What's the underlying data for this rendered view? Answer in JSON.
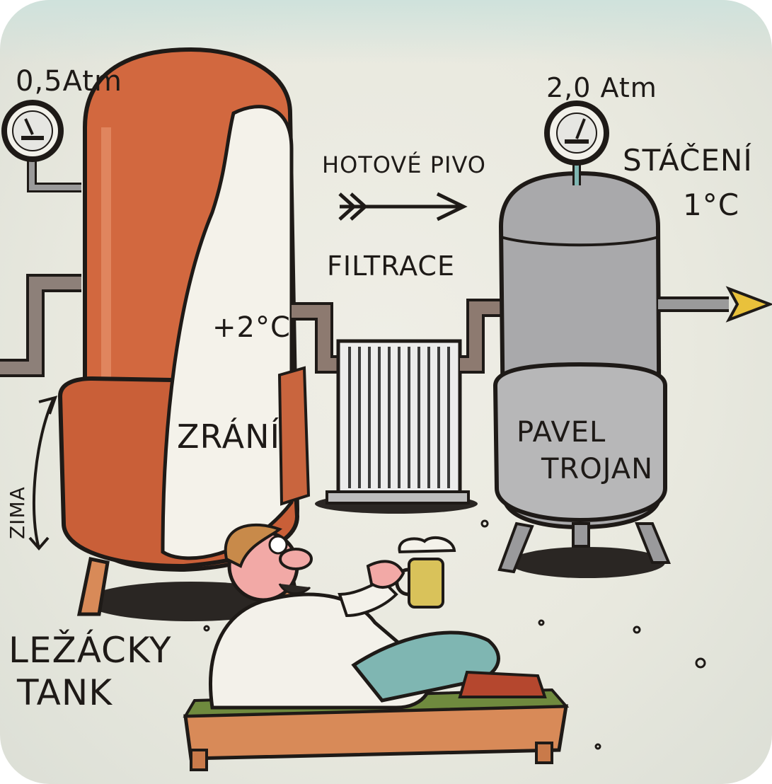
{
  "labels": {
    "left_pressure": "0,5Atm",
    "right_pressure": "2,0 Atm",
    "finished_beer": "HOTOVÉ PIVO",
    "filtration": "FILTRACE",
    "bottling_line1": "STÁČENÍ",
    "bottling_line2": "1°C",
    "temperature": "+2°C",
    "maturation": "ZRÁNÍ",
    "cold": "ZIMA",
    "lager_tank_line1": "LEŽÁCKY",
    "lager_tank_line2": "TANK",
    "author_line1": "PAVEL",
    "author_line2": "TROJAN"
  },
  "colors": {
    "copper": "#d2683f",
    "steel": "#a9a9ab",
    "beer": "#d9c25a",
    "shirt": "#f3f1ea",
    "jeans": "#7fb6b2",
    "cot": "#d88a58",
    "cot_pad": "#6f8a3e"
  },
  "icons": [
    "pressure-gauge-icon",
    "pressure-gauge-icon",
    "double-arrow-icon",
    "outflow-arrow-icon",
    "up-arrow-icon"
  ]
}
